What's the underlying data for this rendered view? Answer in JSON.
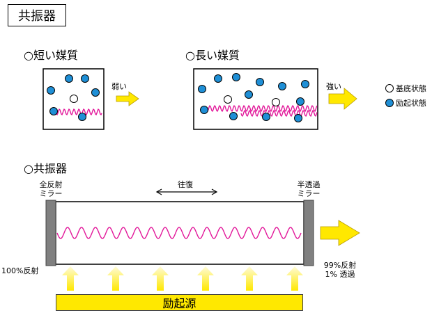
{
  "title": "共振器",
  "short_medium": {
    "heading": "○短い媒質",
    "arrow_label": "弱い"
  },
  "long_medium": {
    "heading": "○長い媒質",
    "arrow_label": "強い"
  },
  "legend": {
    "ground": "基底状態",
    "excited": "励起状態"
  },
  "resonator": {
    "heading": "○共振器",
    "left_mirror": [
      "全反射",
      "ミラー"
    ],
    "right_mirror": [
      "半透過",
      "ミラー"
    ],
    "round_trip": "往復",
    "left_reflect": "100%反射",
    "right_out": [
      "99%反射",
      "1% 透過"
    ],
    "pump": "励起源"
  },
  "colors": {
    "atom_excited": "#1f8fd6",
    "atom_ground": "#ffffff",
    "wave": "#e2189a",
    "arrow_yellow": "#ffe800",
    "mirror": "#808080"
  }
}
